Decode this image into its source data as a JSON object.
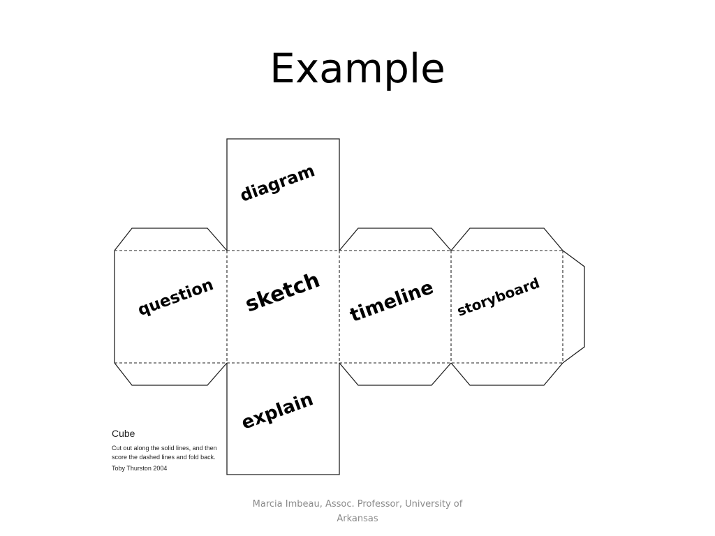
{
  "slide": {
    "title": "Example",
    "footer": "Marcia Imbeau, Assoc. Professor, University of Arkansas"
  },
  "cube": {
    "faces": {
      "top": "diagram",
      "left": "question",
      "center": "sketch",
      "right": "timeline",
      "far_right": "storyboard",
      "bottom": "explain"
    },
    "caption": {
      "title": "Cube",
      "line1": "Cut out along the solid lines, and then",
      "line2": "score the dashed lines and fold back.",
      "credit": "Toby Thurston 2004"
    }
  },
  "colors": {
    "outline": "#222222",
    "footer_text": "#8a8a8a"
  }
}
